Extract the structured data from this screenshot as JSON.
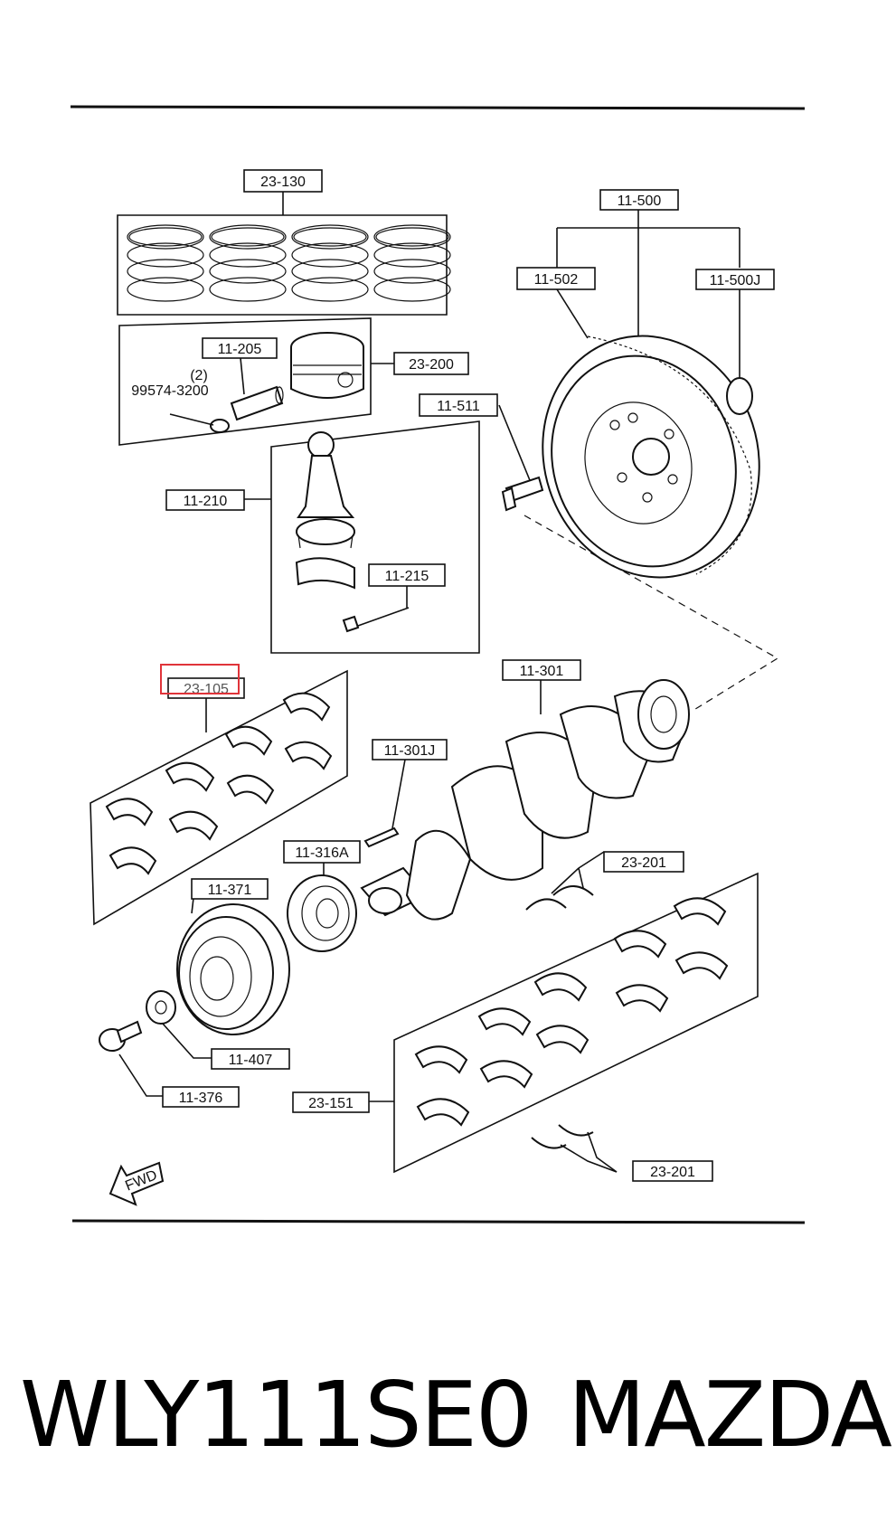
{
  "labels": {
    "l_23_130": "23-130",
    "l_11_500": "11-500",
    "l_11_502": "11-502",
    "l_11_500J": "11-500J",
    "l_11_205": "11-205",
    "l_23_200": "23-200",
    "l_qty": "(2)",
    "l_99574": "99574-3200",
    "l_11_511": "11-511",
    "l_11_210": "11-210",
    "l_11_215": "11-215",
    "l_23_105": "23-105",
    "l_11_301": "11-301",
    "l_11_301J": "11-301J",
    "l_11_316A": "11-316A",
    "l_23_201a": "23-201",
    "l_11_371": "11-371",
    "l_11_407": "11-407",
    "l_11_376": "11-376",
    "l_23_151": "23-151",
    "l_23_201b": "23-201",
    "l_fwd": "FWD"
  },
  "highlight_color": "#e0343a",
  "footer": {
    "part_number": "WLY111SE0",
    "brand": "MAZDA"
  }
}
